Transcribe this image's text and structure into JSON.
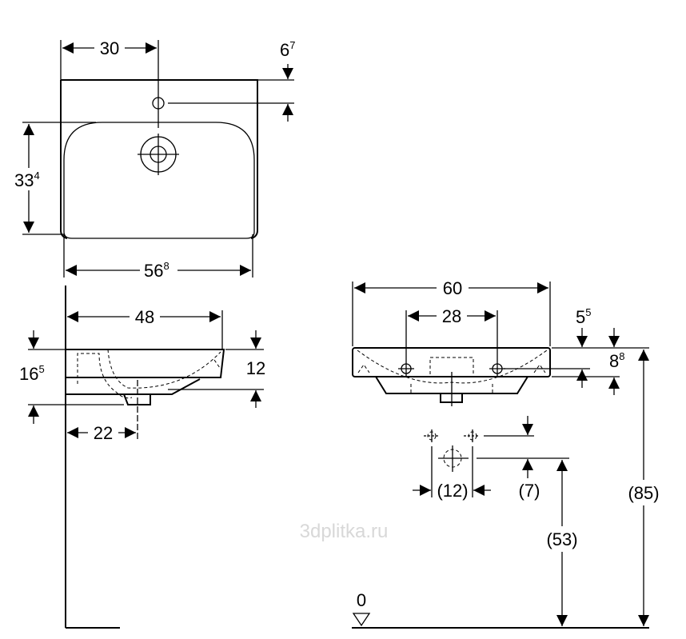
{
  "watermark": "3dplitka.ru",
  "top_view": {
    "dim_tap_offset": {
      "main": "30",
      "sup": ""
    },
    "dim_tap_from_back": {
      "main": "6",
      "sup": "7"
    },
    "dim_bowl_depth": {
      "main": "33",
      "sup": "4"
    },
    "dim_bowl_width": {
      "main": "56",
      "sup": "8"
    }
  },
  "side_view": {
    "dim_depth": {
      "main": "48",
      "sup": ""
    },
    "dim_total_height": {
      "main": "16",
      "sup": "5"
    },
    "dim_rim_height": {
      "main": "12",
      "sup": ""
    },
    "dim_drain_from_wall": {
      "main": "22",
      "sup": ""
    }
  },
  "front_view": {
    "dim_width": {
      "main": "60",
      "sup": ""
    },
    "dim_fixing_holes": {
      "main": "28",
      "sup": ""
    },
    "dim_hole_from_top": {
      "main": "5",
      "sup": "5"
    },
    "dim_rim": {
      "main": "8",
      "sup": "8"
    },
    "dim_install_height": "(85)",
    "dim_supply_spacing": "(12)",
    "dim_supply_offset": "(7)",
    "dim_drain_height": "(53)",
    "floor_level": "0"
  }
}
